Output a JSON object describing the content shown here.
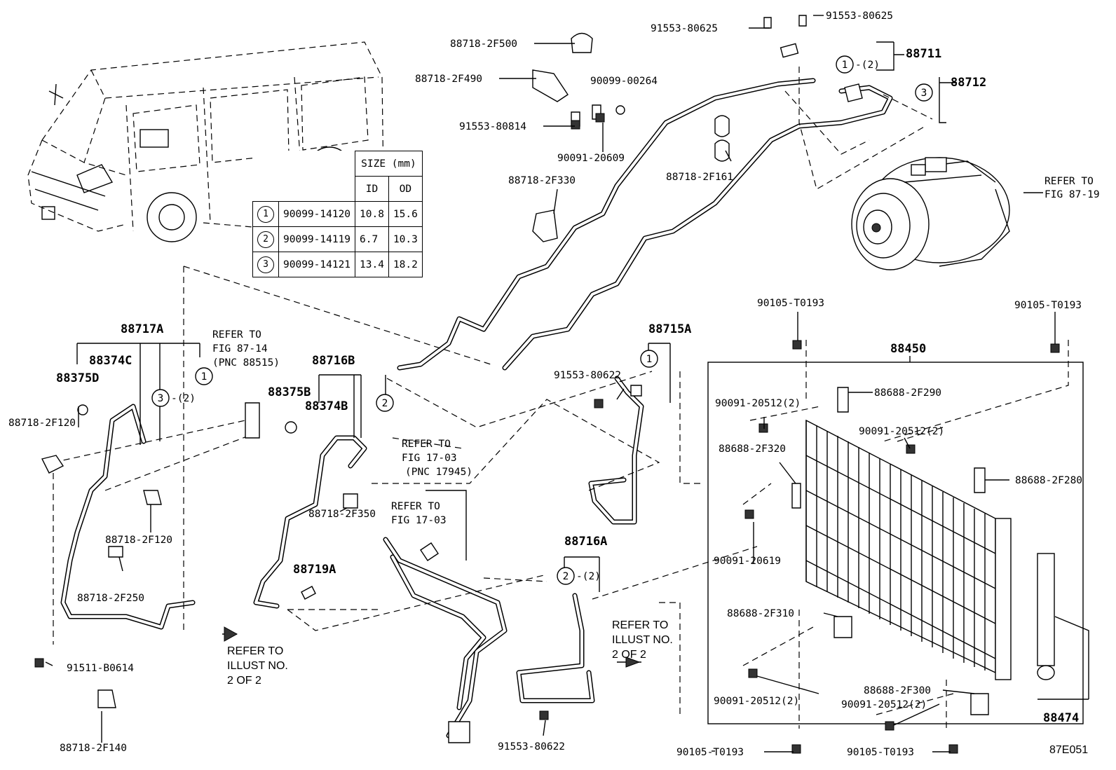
{
  "size_table": {
    "title": "SIZE (mm)",
    "col_id": "ID",
    "col_od": "OD",
    "rows": [
      {
        "mark": "1",
        "part": "90099-14120",
        "id": "10.8",
        "od": "15.6"
      },
      {
        "mark": "2",
        "part": "90099-14119",
        "id": "6.7",
        "od": "10.3"
      },
      {
        "mark": "3",
        "part": "90099-14121",
        "id": "13.4",
        "od": "18.2"
      }
    ]
  },
  "labels": {
    "p91553_80625_a": "91553-80625",
    "p91553_80625_b": "91553-80625",
    "p88718_2F500": "88718-2F500",
    "p88718_2F490": "88718-2F490",
    "p90099_00264": "90099-00264",
    "p91553_80814": "91553-80814",
    "p90091_20609": "90091-20609",
    "p88711": "88711",
    "p88712": "88712",
    "p88718_2F161": "88718-2F161",
    "p88718_2F330": "88718-2F330",
    "refer_87_19_a": "REFER TO",
    "refer_87_19_b": "FIG 87-19",
    "p88717A": "88717A",
    "p88374C": "88374C",
    "p88375D": "88375D",
    "p88718_2F120_a": "88718-2F120",
    "p88718_2F120_b": "88718-2F120",
    "p88718_2F250": "88718-2F250",
    "p91511_B0614": "91511-B0614",
    "p88718_2F140": "88718-2F140",
    "refer_87_14_a": "REFER TO",
    "refer_87_14_b": "FIG 87-14",
    "refer_87_14_c": "(PNC 88515)",
    "p88716B": "88716B",
    "p88375B": "88375B",
    "p88374B": "88374B",
    "p88718_2F350": "88718-2F350",
    "p88719A": "88719A",
    "refer_17_03_a1": "REFER TO",
    "refer_17_03_a2": "FIG 17-03",
    "refer_17_03_a3": "(PNC 17945)",
    "refer_17_03_b1": "REFER TO",
    "refer_17_03_b2": "FIG 17-03",
    "p88715A": "88715A",
    "p91553_80622_a": "91553-80622",
    "p88716A": "88716A",
    "p91553_80622_b": "91553-80622",
    "refer_illust_a1": "REFER TO",
    "refer_illust_a2": "ILLUST NO.",
    "refer_illust_a3": "2 OF 2",
    "refer_illust_b1": "REFER TO",
    "refer_illust_b2": "ILLUST NO.",
    "refer_illust_b3": "2 OF 2",
    "p90105_T0193_a": "90105-T0193",
    "p90105_T0193_b": "90105-T0193",
    "p90105_T0193_c": "90105-T0193",
    "p90105_T0193_d": "90105-T0193",
    "p88450": "88450",
    "p88688_2F290": "88688-2F290",
    "p90091_20512_a": "90091-20512(2)",
    "p90091_20512_b": "90091-20512(2)",
    "p88688_2F320": "88688-2F320",
    "p88688_2F280": "88688-2F280",
    "p90091_20619": "90091-20619",
    "p88688_2F310": "88688-2F310",
    "p90091_20512_c": "90091-20512(2)",
    "p88688_2F300": "88688-2F300",
    "p90091_20512_d": "90091-20512(2)",
    "p88474": "88474",
    "figure_code": "87E051"
  },
  "callouts": {
    "c1_88711": "1",
    "c1_88711_qty": "-(2)",
    "c3_88712": "3",
    "c1_88717A": "1",
    "c3_88717A": "3",
    "c3_88717A_qty": "-(2)",
    "c2_88716B": "2",
    "c1_88715A": "1",
    "c2_88716A": "2",
    "c2_88716A_qty": "-(2)"
  }
}
